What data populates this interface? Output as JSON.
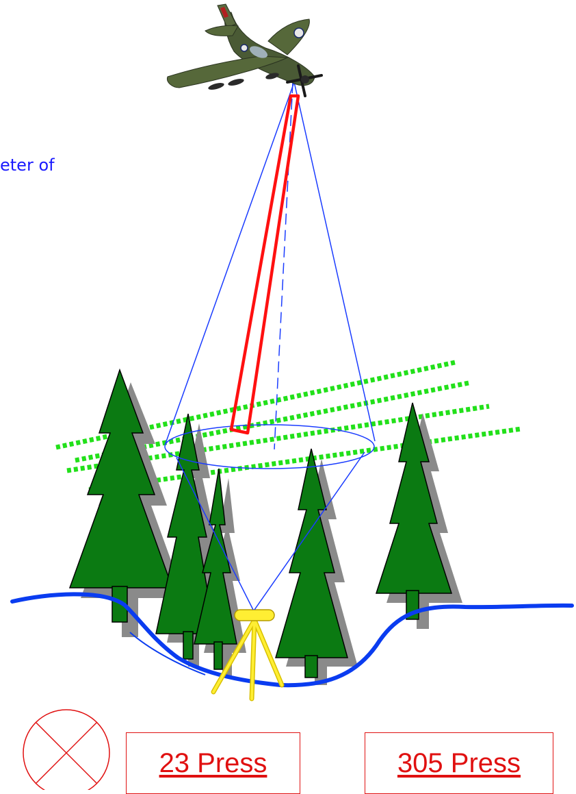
{
  "caption": "eter of",
  "buttons": {
    "left_label": "23 Press",
    "right_label": "305 Press"
  },
  "icons": {
    "aircraft": "aircraft-icon",
    "close": "close-circle-icon",
    "tripod": "tripod-instrument-icon"
  },
  "colors": {
    "beam_outline": "#1a3cff",
    "laser_beam": "#ff1010",
    "canopy_layers": "#22e01a",
    "tree_fill": "#0b7a12",
    "tree_shadow": "#888888",
    "ground_line": "#0a3cf0",
    "tripod": "#ffee33",
    "button_border": "#e01010"
  }
}
